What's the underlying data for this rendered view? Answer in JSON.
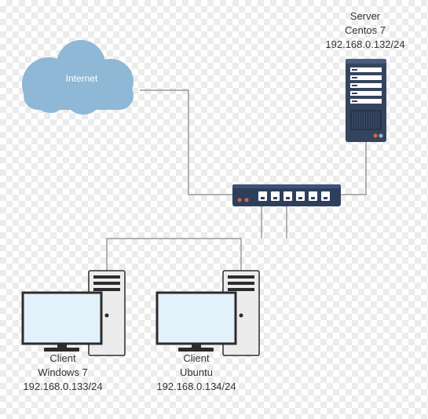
{
  "internet": {
    "label": "Internet"
  },
  "server": {
    "role": "Server",
    "os": "Centos 7",
    "ip": "192.168.0.132/24"
  },
  "clients": [
    {
      "role": "Client",
      "os": "Windows 7",
      "ip": "192.168.0.133/24"
    },
    {
      "role": "Client",
      "os": "Ubuntu",
      "ip": "192.168.0.134/24"
    }
  ],
  "colors": {
    "cloud": "#8fb8d6",
    "wire": "#9a9a9a",
    "switch_body": "#2e3f5e",
    "server_body": "#34445e",
    "screen": "#e3f1fb",
    "monitor_frame": "#2c2c2c",
    "tower": "#ececec"
  }
}
